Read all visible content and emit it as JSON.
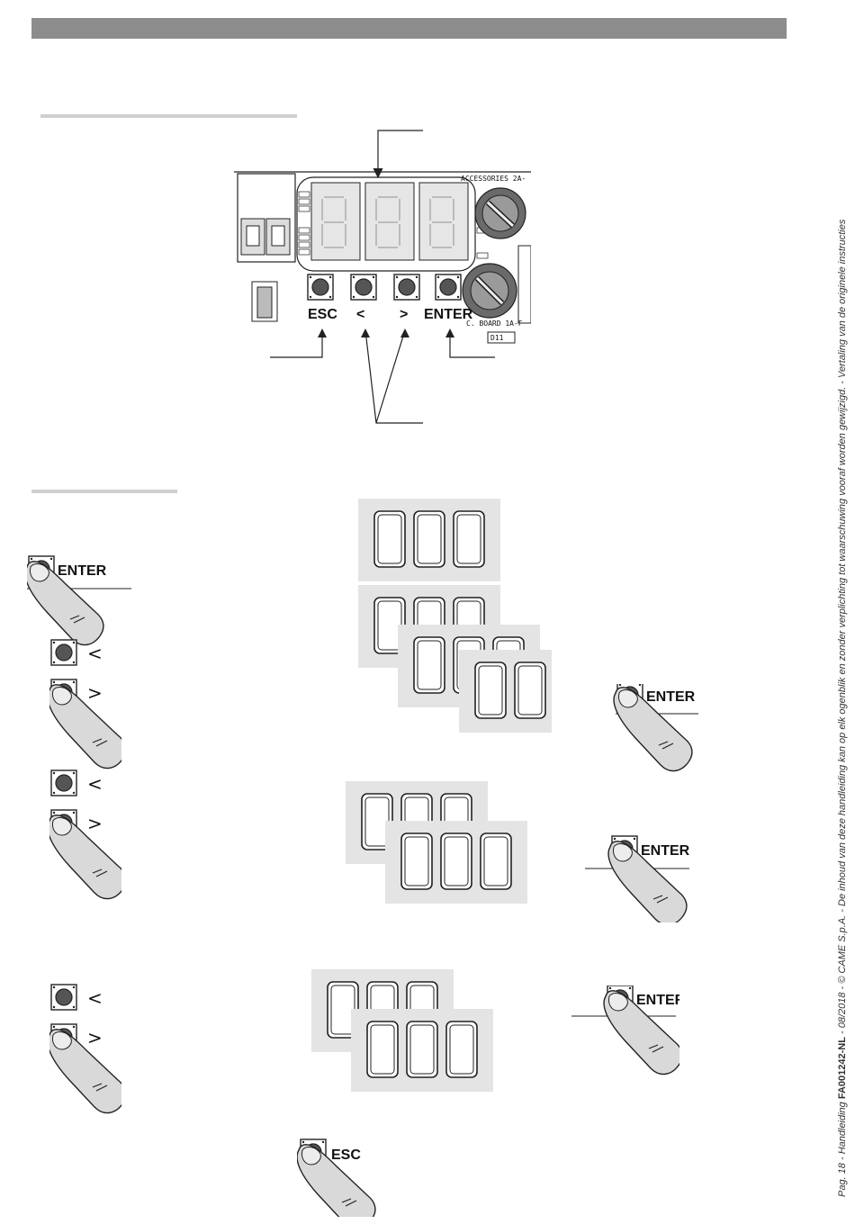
{
  "board": {
    "header_label": "ACCESSORIES 2A-",
    "board_label": "C. BOARD 1A-F",
    "keys": [
      "ESC",
      "<",
      ">",
      "ENTER"
    ],
    "fuse_tag": "D11"
  },
  "steps": {
    "enter": "ENTER",
    "left": "<",
    "right": ">",
    "esc": "ESC"
  },
  "footer": {
    "page": "Pag. 18",
    "manual_prefix": " - Handleiding ",
    "doc_code": "FA001242-NL",
    "rest": " - 08/2018 - © CAME S.p.A. - De inhoud van deze handleiding kan op elk ogenblik en zonder verplichting tot waarschuwing vooraf worden gewijzigd. - Vertaling van de originele instructies"
  }
}
